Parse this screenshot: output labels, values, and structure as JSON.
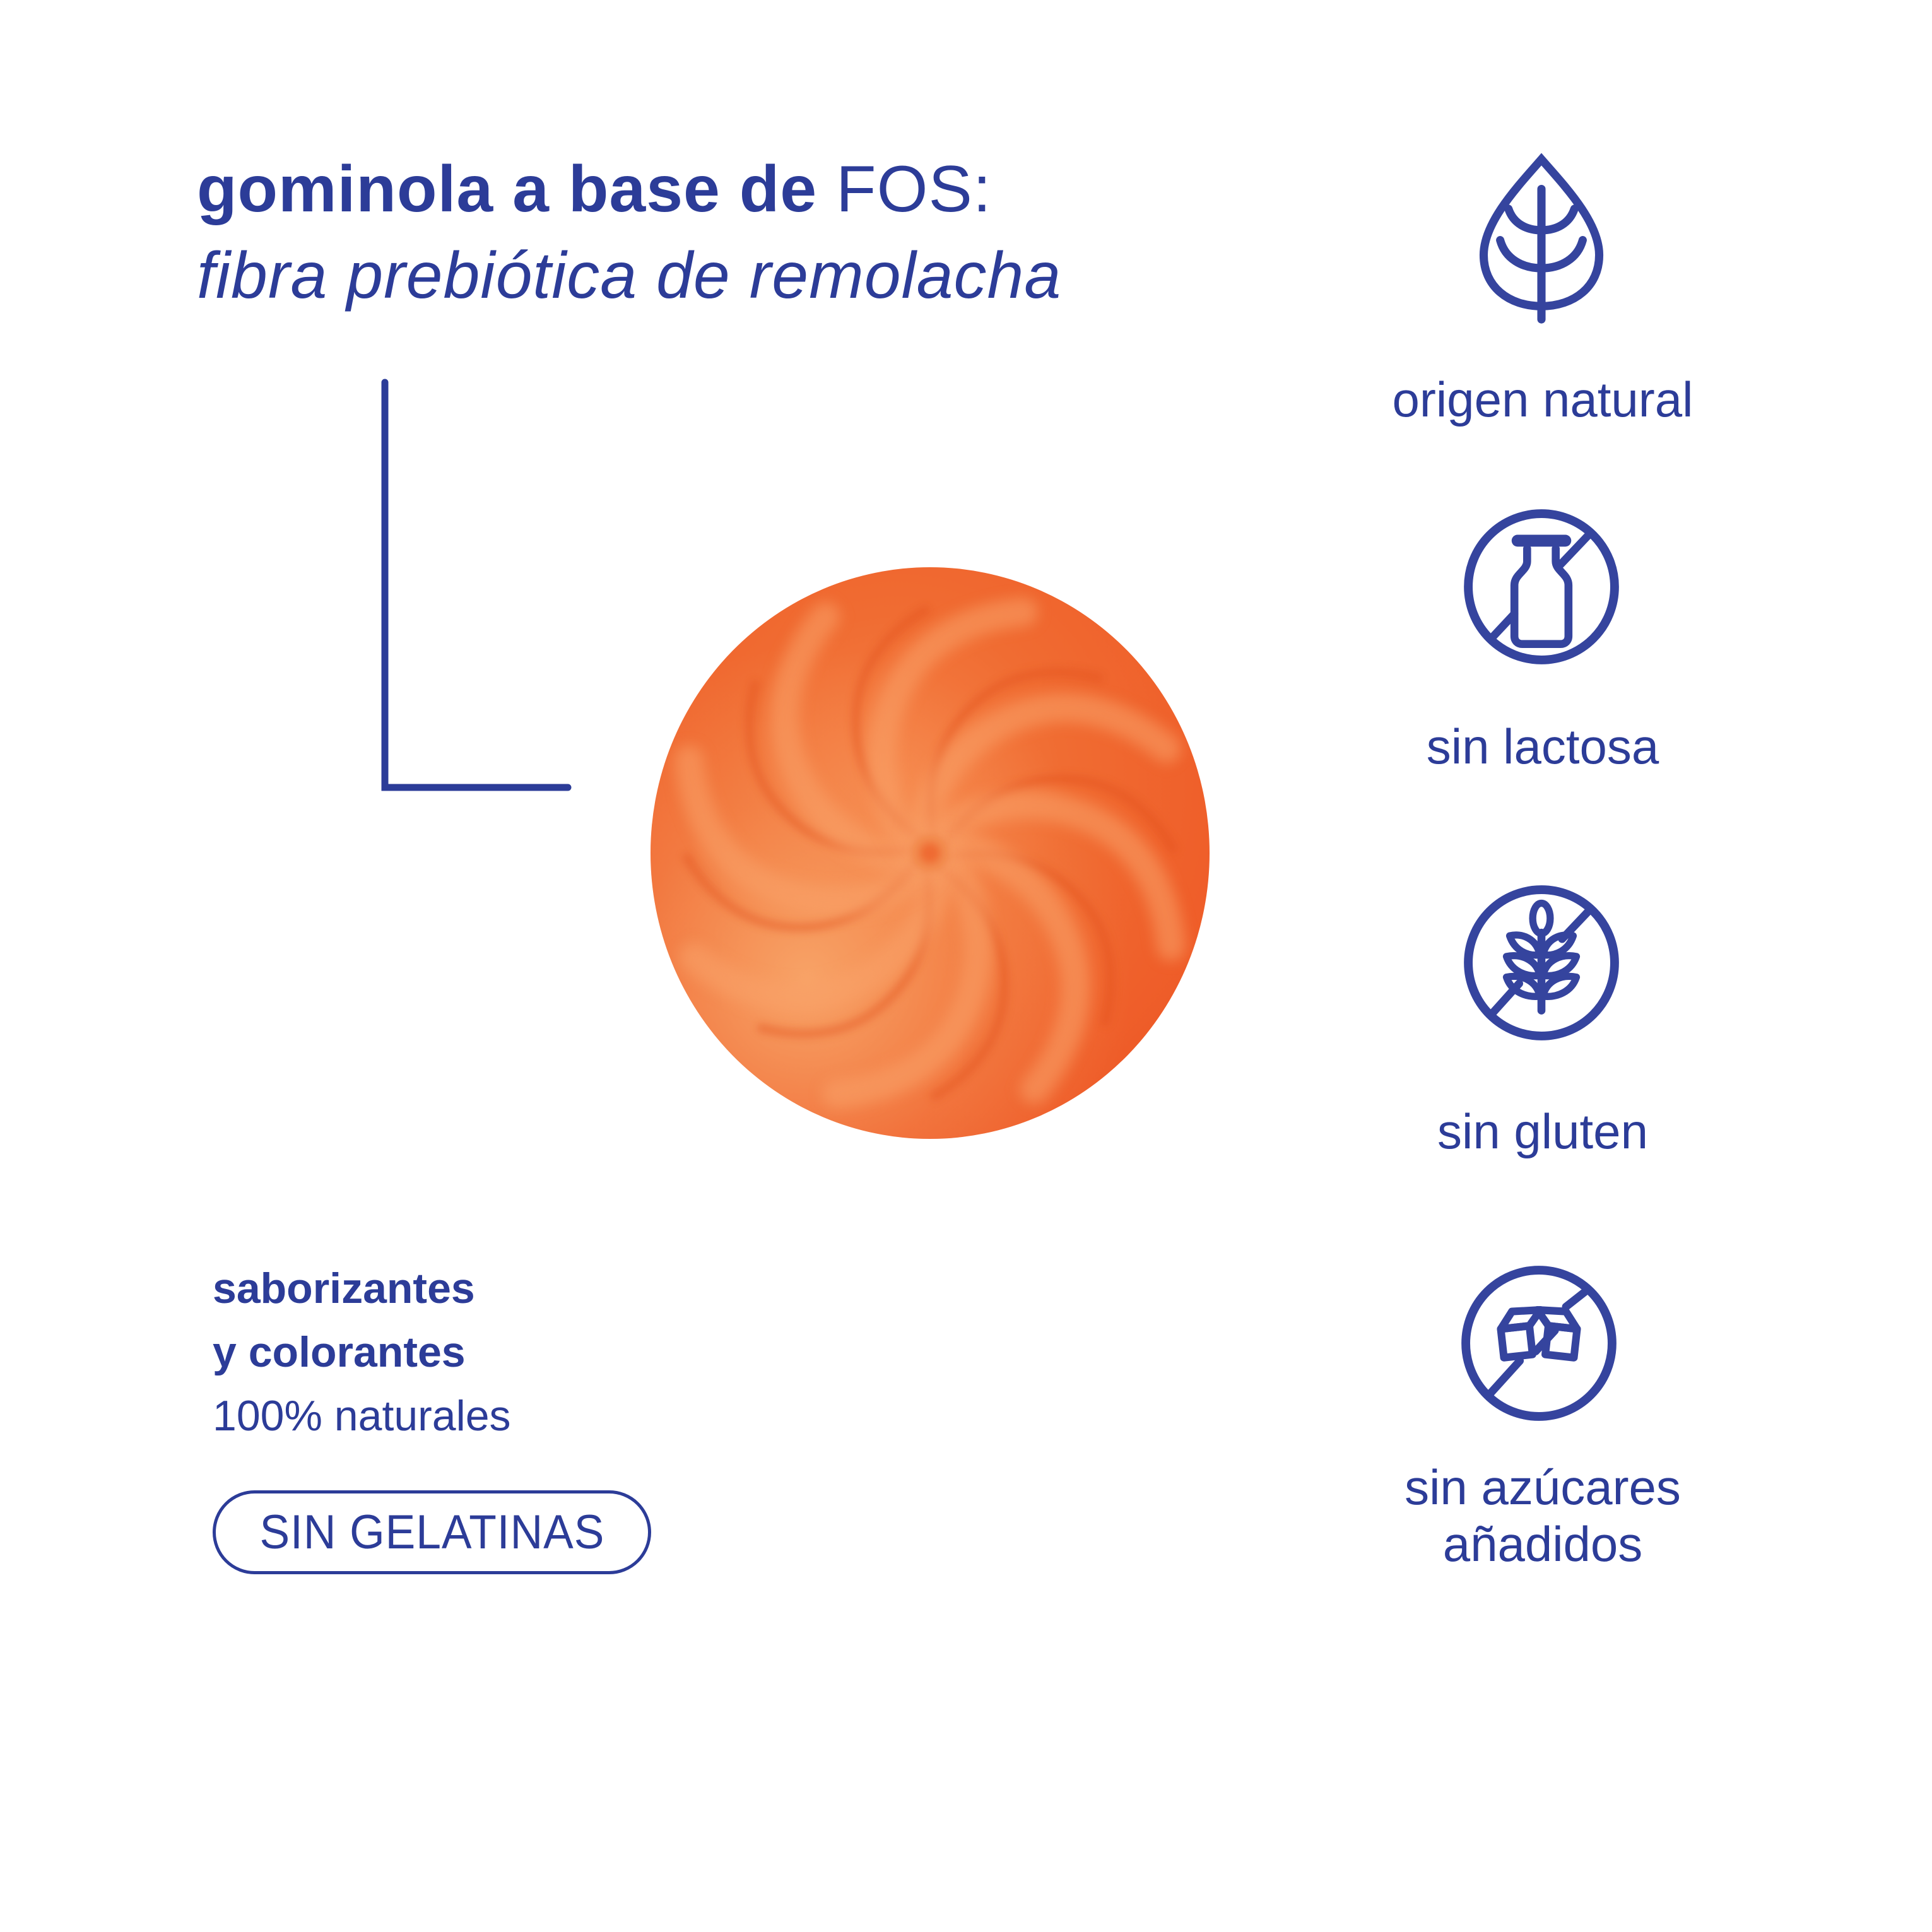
{
  "colors": {
    "text_blue": "#2c3c98",
    "icon_blue": "#35449e",
    "gummy_orange_deep": "#ee5626",
    "gummy_orange_base": "#f0662e",
    "gummy_orange_light": "#f7a166"
  },
  "heading": {
    "line1_bold": "gominola a base de",
    "line1_regular": " FOS:",
    "line2_italic": "fibra prebiótica de remolacha"
  },
  "product": {
    "alt": "orange swirl gummy"
  },
  "features": [
    {
      "icon": "leaf-icon",
      "label": "origen natural"
    },
    {
      "icon": "no-milk-icon",
      "label": "sin lactosa"
    },
    {
      "icon": "no-wheat-icon",
      "label": "sin gluten"
    },
    {
      "icon": "no-sugar-icon",
      "label": "sin azúcares añadidos"
    }
  ],
  "claims": {
    "line1": "saborizantes",
    "line2": "y colorantes",
    "line3": "100% naturales"
  },
  "badge": {
    "label": "SIN GELATINAS"
  }
}
